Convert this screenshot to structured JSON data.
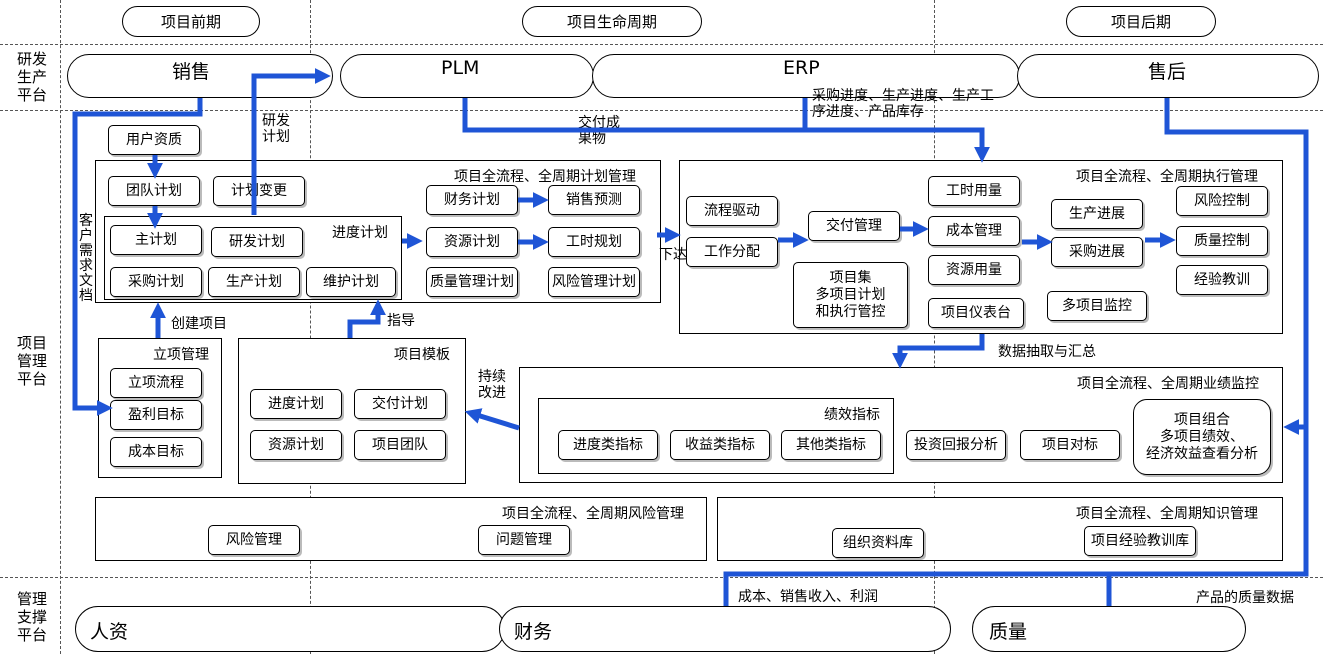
{
  "phases": {
    "pre": "项目前期",
    "lifecycle": "项目生命周期",
    "post": "项目后期"
  },
  "row_labels": {
    "rd": "研发\n生产\n平台",
    "pm": "项目\n管理\n平台",
    "mgmt": "管理\n支撑\n平台"
  },
  "rd_platform": {
    "sales": "销售",
    "plm": "PLM",
    "erp": "ERP",
    "after_sales": "售后"
  },
  "mgmt_platform": {
    "hr": "人资",
    "finance": "财务",
    "quality": "质量"
  },
  "planning": {
    "title": "项目全流程、全周期计划管理",
    "customer_qual": "用户资质",
    "team_plan": "团队计划",
    "plan_change": "计划变更",
    "progress_plan_title": "进度计划",
    "master_plan": "主计划",
    "rd_plan": "研发计划",
    "purchase_plan": "采购计划",
    "production_plan": "生产计划",
    "maintenance_plan": "维护计划",
    "finance_plan": "财务计划",
    "sales_forecast": "销售预测",
    "resource_plan": "资源计划",
    "hours_plan": "工时规划",
    "quality_plan": "质量管理计划",
    "risk_plan": "风险管理计划"
  },
  "execution": {
    "title": "项目全流程、全周期执行管理",
    "process_drive": "流程驱动",
    "work_assign": "工作分配",
    "delivery_mgmt": "交付管理",
    "project_set": "项目集\n多项目计划\n和执行管控",
    "hours_usage": "工时用量",
    "cost_mgmt": "成本管理",
    "resource_usage": "资源用量",
    "dashboard": "项目仪表台",
    "production_progress": "生产进展",
    "purchase_progress": "采购进展",
    "multi_monitor": "多项目监控",
    "risk_control": "风险控制",
    "quality_control": "质量控制",
    "lessons": "经验教训"
  },
  "initiation": {
    "title": "立项管理",
    "process": "立项流程",
    "profit_target": "盈利目标",
    "cost_target": "成本目标"
  },
  "template": {
    "title": "项目模板",
    "progress_plan": "进度计划",
    "delivery_plan": "交付计划",
    "resource_plan": "资源计划",
    "project_team": "项目团队"
  },
  "performance": {
    "title": "项目全流程、全周期业绩监控",
    "kpi_title": "绩效指标",
    "progress_kpi": "进度类指标",
    "revenue_kpi": "收益类指标",
    "other_kpi": "其他类指标",
    "roi_analysis": "投资回报分析",
    "comparison": "项目对标",
    "portfolio": "项目组合\n多项目绩效、\n经济效益查看分析"
  },
  "risk_mgmt": {
    "title": "项目全流程、全周期风险管理",
    "risk": "风险管理",
    "issue": "问题管理"
  },
  "knowledge_mgmt": {
    "title": "项目全流程、全周期知识管理",
    "org_library": "组织资料库",
    "lessons_library": "项目经验教训库"
  },
  "edge_labels": {
    "rd_plan": "研发\n计划",
    "deliverables": "交付成\n果物",
    "erp_progress": "采购进度、生产进度、生产工\n序进度、产品库存",
    "customer_docs": "客户需求文档",
    "create_project": "创建项目",
    "guide": "指导",
    "issue_down": "下达",
    "data_extract": "数据抽取与汇总",
    "continuous_improve": "持续\n改进",
    "cost_revenue": "成本、销售收入、利润",
    "quality_data": "产品的质量数据"
  },
  "colors": {
    "flow": "#1f55d6",
    "border": "#000000",
    "dash": "#555555"
  }
}
